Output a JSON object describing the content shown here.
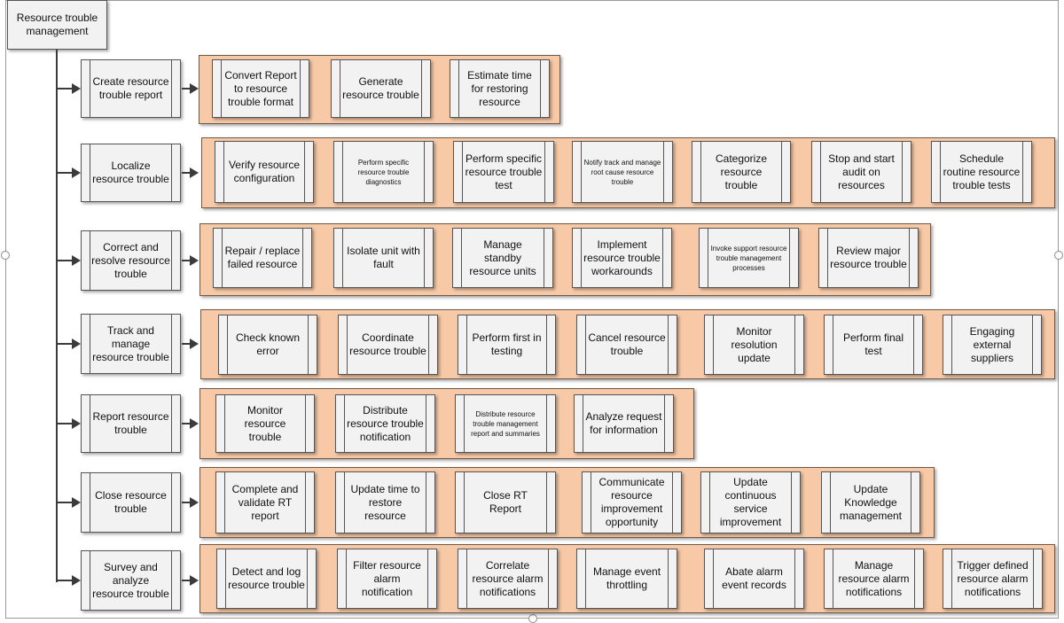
{
  "root": {
    "label": "Resource trouble management"
  },
  "categories": [
    {
      "label": "Create resource trouble report",
      "tasks": [
        {
          "label": "Convert Report to resource trouble format"
        },
        {
          "label": "Generate resource trouble"
        },
        {
          "label": "Estimate time for restoring resource"
        }
      ]
    },
    {
      "label": "Localize resource trouble",
      "tasks": [
        {
          "label": "Verify resource configuration"
        },
        {
          "label": "Perform specific resource trouble diagnostics",
          "small": true
        },
        {
          "label": "Perform specific resource trouble test"
        },
        {
          "label": "Notify track and manage root cause resource trouble",
          "small": true
        },
        {
          "label": "Categorize resource trouble"
        },
        {
          "label": "Stop and start audit on resources"
        },
        {
          "label": "Schedule routine resource trouble tests"
        }
      ]
    },
    {
      "label": "Correct and resolve resource trouble",
      "tasks": [
        {
          "label": "Repair / replace failed resource"
        },
        {
          "label": "Isolate unit with fault"
        },
        {
          "label": "Manage standby resource units"
        },
        {
          "label": "Implement resource trouble workarounds"
        },
        {
          "label": "Invoke support resource trouble management processes",
          "small": true
        },
        {
          "label": "Review major resource trouble"
        }
      ]
    },
    {
      "label": "Track and manage resource trouble",
      "tasks": [
        {
          "label": "Check known error"
        },
        {
          "label": "Coordinate resource trouble"
        },
        {
          "label": "Perform first in testing"
        },
        {
          "label": "Cancel resource trouble"
        },
        {
          "label": "Monitor resolution update"
        },
        {
          "label": "Perform final test"
        },
        {
          "label": "Engaging external suppliers"
        }
      ]
    },
    {
      "label": "Report resource trouble",
      "tasks": [
        {
          "label": "Monitor resource trouble"
        },
        {
          "label": "Distribute resource trouble notification"
        },
        {
          "label": "Distribute resource trouble management report and summaries",
          "small": true
        },
        {
          "label": "Analyze request for information"
        }
      ]
    },
    {
      "label": "Close resource trouble",
      "tasks": [
        {
          "label": "Complete and validate RT report"
        },
        {
          "label": "Update time to restore resource"
        },
        {
          "label": "Close RT Report"
        },
        {
          "label": "Communicate resource improvement opportunity"
        },
        {
          "label": "Update continuous service improvement"
        },
        {
          "label": "Update Knowledge management"
        }
      ]
    },
    {
      "label": "Survey and analyze resource trouble",
      "tasks": [
        {
          "label": "Detect and log resource trouble"
        },
        {
          "label": "Filter resource alarm notification"
        },
        {
          "label": "Correlate resource alarm notifications"
        },
        {
          "label": "Manage event throttling"
        },
        {
          "label": "Abate alarm event records"
        },
        {
          "label": "Manage resource alarm notifications"
        },
        {
          "label": "Trigger defined resource alarm notifications"
        }
      ]
    }
  ]
}
